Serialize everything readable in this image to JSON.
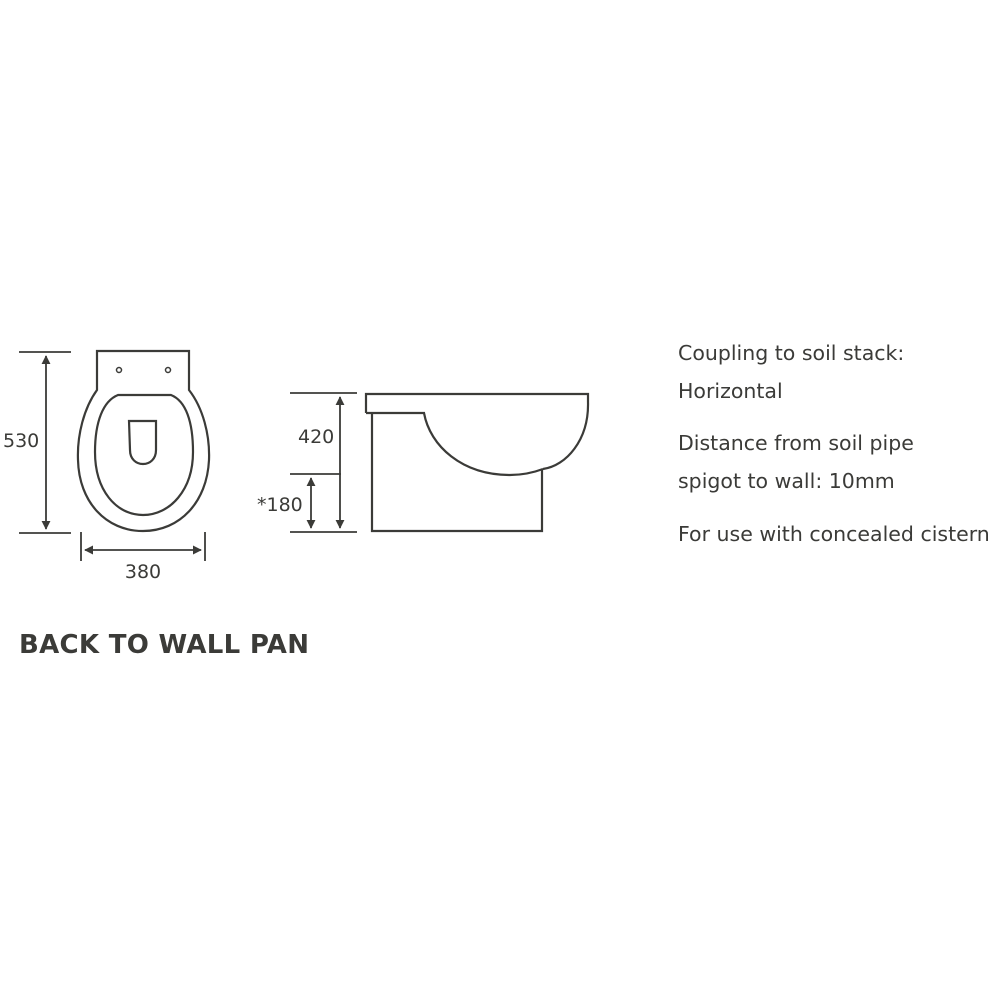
{
  "title": "BACK TO WALL PAN",
  "dimensions": {
    "height": "530",
    "width": "380",
    "seat_height": "420",
    "outlet_height": "*180"
  },
  "specs": [
    "Coupling to soil stack:",
    "Horizontal",
    "Distance from soil pipe",
    "spigot to wall: 10mm",
    "For use with concealed cistern"
  ],
  "colors": {
    "ink": "#3b3b38",
    "background": "#ffffff"
  }
}
